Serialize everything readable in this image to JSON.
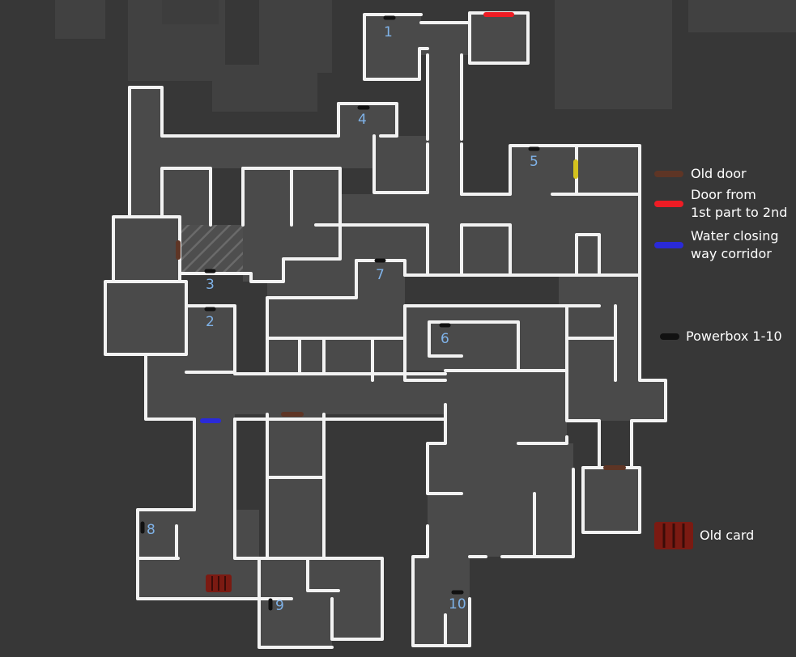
{
  "legend": {
    "old_door": "Old door",
    "red_door": "Door from\n1st part to 2nd",
    "water": "Water closing\nway corridor",
    "powerbox": "Powerbox 1-10",
    "old_card": "Old card"
  },
  "colors": {
    "background": "#373737",
    "room_fill": "#4a4a4a",
    "wall": "#f2f2f2",
    "faded_room": "#414141",
    "old_door": "#5e3525",
    "red_door": "#ee1c24",
    "water_door": "#2a2ad8",
    "powerbox": "#111111",
    "yellow_door": "#d4c21e",
    "old_card": "#7b1a12",
    "number_label": "#7fb2e8"
  },
  "powerboxes": [
    "1",
    "2",
    "3",
    "4",
    "5",
    "6",
    "7",
    "8",
    "9",
    "10"
  ]
}
